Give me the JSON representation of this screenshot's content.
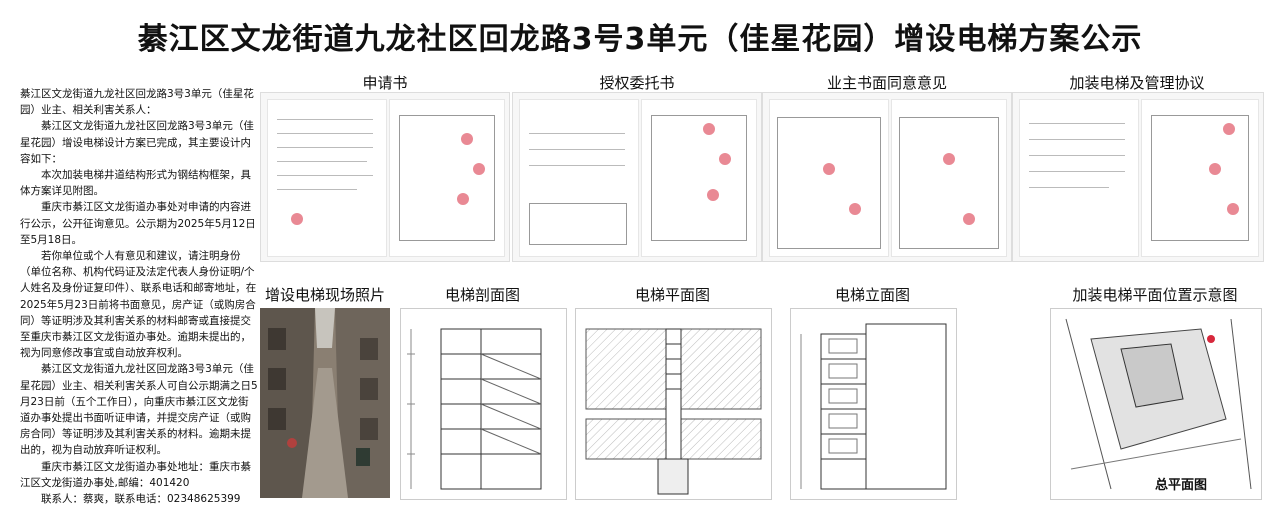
{
  "title": "綦江区文龙街道九龙社区回龙路3号3单元（佳星花园）增设电梯方案公示",
  "notice": {
    "p1": "綦江区文龙街道九龙社区回龙路3号3单元（佳星花园）业主、相关利害关系人：",
    "p2": "綦江区文龙街道九龙社区回龙路3号3单元（佳星花园）增设电梯设计方案已完成，其主要设计内容如下：",
    "p3": "本次加装电梯井道结构形式为钢结构框架，具体方案详见附图。",
    "p4": "重庆市綦江区文龙街道办事处对申请的内容进行公示，公开征询意见。公示期为2025年5月12日至5月18日。",
    "p5": "若你单位或个人有意见和建议，请注明身份（单位名称、机构代码证及法定代表人身份证明/个人姓名及身份证复印件）、联系电话和邮寄地址，在2025年5月23日前将书面意见，房产证（或购房合同）等证明涉及其利害关系的材料邮寄或直接提交至重庆市綦江区文龙街道办事处。逾期未提出的，视为同意修改事宜或自动放弃权利。",
    "p6": "綦江区文龙街道九龙社区回龙路3号3单元（佳星花园）业主、相关利害关系人可自公示期满之日5月23日前（五个工作日），向重庆市綦江区文龙街道办事处提出书面听证申请，并提交房产证（或购房合同）等证明涉及其利害关系的材料。逾期未提出的，视为自动放弃听证权利。",
    "p7": "重庆市綦江区文龙街道办事处地址：重庆市綦江区文龙街道办事处,邮编：401420",
    "p8": "联系人：蔡爽，联系电话：02348625399"
  },
  "labels": {
    "application": "申请书",
    "authorization": "授权委托书",
    "consent": "业主书面同意意见",
    "agreement": "加装电梯及管理协议",
    "photo": "增设电梯现场照片",
    "section": "电梯剖面图",
    "plan": "电梯平面图",
    "elevation": "电梯立面图",
    "siteplan": "加装电梯平面位置示意图"
  },
  "siteplan_caption": "总平面图",
  "colors": {
    "stamp": "#d7283c",
    "line": "#333333"
  }
}
